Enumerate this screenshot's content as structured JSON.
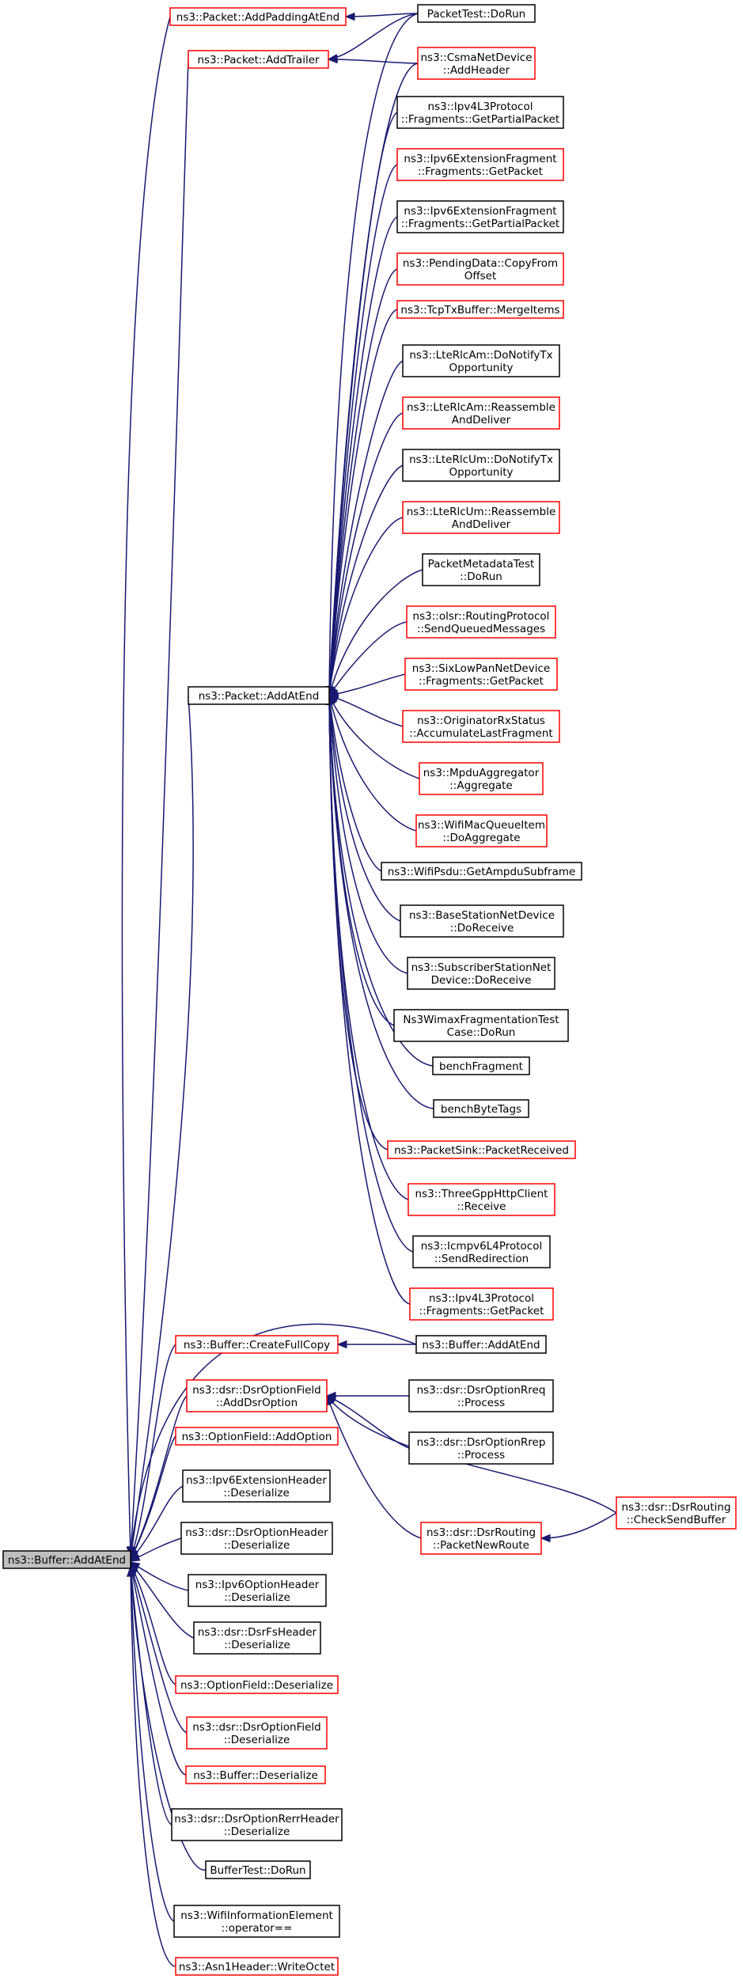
{
  "nodes": [
    {
      "id": "pkt_addpad",
      "lines": [
        "ns3::Packet::AddPaddingAtEnd"
      ],
      "color": "red"
    },
    {
      "id": "packettest",
      "lines": [
        "PacketTest::DoRun"
      ],
      "color": "black"
    },
    {
      "id": "pkt_addtrailer",
      "lines": [
        "ns3::Packet::AddTrailer"
      ],
      "color": "red"
    },
    {
      "id": "csma_addheader",
      "lines": [
        "ns3::CsmaNetDevice",
        "::AddHeader"
      ],
      "color": "red"
    },
    {
      "id": "ipv4frag_partial",
      "lines": [
        "ns3::Ipv4L3Protocol",
        "::Fragments::GetPartialPacket"
      ],
      "color": "black"
    },
    {
      "id": "ipv6extfrag_get",
      "lines": [
        "ns3::Ipv6ExtensionFragment",
        "::Fragments::GetPacket"
      ],
      "color": "red"
    },
    {
      "id": "ipv6extfrag_partial",
      "lines": [
        "ns3::Ipv6ExtensionFragment",
        "::Fragments::GetPartialPacket"
      ],
      "color": "black"
    },
    {
      "id": "pending_copy",
      "lines": [
        "ns3::PendingData::CopyFrom",
        "Offset"
      ],
      "color": "red"
    },
    {
      "id": "tcptx_merge",
      "lines": [
        "ns3::TcpTxBuffer::MergeItems"
      ],
      "color": "red"
    },
    {
      "id": "rlcam_notify",
      "lines": [
        "ns3::LteRlcAm::DoNotifyTx",
        "Opportunity"
      ],
      "color": "black"
    },
    {
      "id": "rlcam_reasm",
      "lines": [
        "ns3::LteRlcAm::Reassemble",
        "AndDeliver"
      ],
      "color": "red"
    },
    {
      "id": "rlcum_notify",
      "lines": [
        "ns3::LteRlcUm::DoNotifyTx",
        "Opportunity"
      ],
      "color": "black"
    },
    {
      "id": "rlcum_reasm",
      "lines": [
        "ns3::LteRlcUm::Reassemble",
        "AndDeliver"
      ],
      "color": "red"
    },
    {
      "id": "pktmeta_test",
      "lines": [
        "PacketMetadataTest",
        "::DoRun"
      ],
      "color": "black"
    },
    {
      "id": "olsr_send",
      "lines": [
        "ns3::olsr::RoutingProtocol",
        "::SendQueuedMessages"
      ],
      "color": "red"
    },
    {
      "id": "pkt_addatend",
      "lines": [
        "ns3::Packet::AddAtEnd"
      ],
      "color": "black"
    },
    {
      "id": "sixlowpan_get",
      "lines": [
        "ns3::SixLowPanNetDevice",
        "::Fragments::GetPacket"
      ],
      "color": "red"
    },
    {
      "id": "originator_acc",
      "lines": [
        "ns3::OriginatorRxStatus",
        "::AccumulateLastFragment"
      ],
      "color": "red"
    },
    {
      "id": "mpdu_agg",
      "lines": [
        "ns3::MpduAggregator",
        "::Aggregate"
      ],
      "color": "red"
    },
    {
      "id": "wifimacq_agg",
      "lines": [
        "ns3::WifiMacQueueItem",
        "::DoAggregate"
      ],
      "color": "red"
    },
    {
      "id": "wifipsdu_get",
      "lines": [
        "ns3::WifiPsdu::GetAmpduSubframe"
      ],
      "color": "black"
    },
    {
      "id": "bsnd_recv",
      "lines": [
        "ns3::BaseStationNetDevice",
        "::DoReceive"
      ],
      "color": "black"
    },
    {
      "id": "ssnd_recv",
      "lines": [
        "ns3::SubscriberStationNet",
        "Device::DoReceive"
      ],
      "color": "black"
    },
    {
      "id": "wimaxfrag_test",
      "lines": [
        "Ns3WimaxFragmentationTest",
        "Case::DoRun"
      ],
      "color": "black"
    },
    {
      "id": "benchfrag",
      "lines": [
        "benchFragment"
      ],
      "color": "black"
    },
    {
      "id": "benchbyte",
      "lines": [
        "benchByteTags"
      ],
      "color": "black"
    },
    {
      "id": "pktsink_recv",
      "lines": [
        "ns3::PacketSink::PacketReceived"
      ],
      "color": "red"
    },
    {
      "id": "threegpp_recv",
      "lines": [
        "ns3::ThreeGppHttpClient",
        "::Receive"
      ],
      "color": "red"
    },
    {
      "id": "icmpv6_redir",
      "lines": [
        "ns3::Icmpv6L4Protocol",
        "::SendRedirection"
      ],
      "color": "black"
    },
    {
      "id": "ipv4frag_get",
      "lines": [
        "ns3::Ipv4L3Protocol",
        "::Fragments::GetPacket"
      ],
      "color": "red"
    },
    {
      "id": "buf_createfull",
      "lines": [
        "ns3::Buffer::CreateFullCopy"
      ],
      "color": "red"
    },
    {
      "id": "buf_addatend2",
      "lines": [
        "ns3::Buffer::AddAtEnd"
      ],
      "color": "black"
    },
    {
      "id": "dsrfield_add",
      "lines": [
        "ns3::dsr::DsrOptionField",
        "::AddDsrOption"
      ],
      "color": "red"
    },
    {
      "id": "dsrrreq_proc",
      "lines": [
        "ns3::dsr::DsrOptionRreq",
        "::Process"
      ],
      "color": "black"
    },
    {
      "id": "optfield_add",
      "lines": [
        "ns3::OptionField::AddOption"
      ],
      "color": "red"
    },
    {
      "id": "dsrrrep_proc",
      "lines": [
        "ns3::dsr::DsrOptionRrep",
        "::Process"
      ],
      "color": "black"
    },
    {
      "id": "ipv6exthdr_deser",
      "lines": [
        "ns3::Ipv6ExtensionHeader",
        "::Deserialize"
      ],
      "color": "black"
    },
    {
      "id": "dsrrouting_check",
      "lines": [
        "ns3::dsr::DsrRouting",
        "::CheckSendBuffer"
      ],
      "color": "red"
    },
    {
      "id": "dsroptheader_deser",
      "lines": [
        "ns3::dsr::DsrOptionHeader",
        "::Deserialize"
      ],
      "color": "black"
    },
    {
      "id": "dsrrouting_newroute",
      "lines": [
        "ns3::dsr::DsrRouting",
        "::PacketNewRoute"
      ],
      "color": "red"
    },
    {
      "id": "buf_addatend_root",
      "lines": [
        "ns3::Buffer::AddAtEnd"
      ],
      "color": "root"
    },
    {
      "id": "ipv6opthdr_deser",
      "lines": [
        "ns3::Ipv6OptionHeader",
        "::Deserialize"
      ],
      "color": "black"
    },
    {
      "id": "dsrfs_deser",
      "lines": [
        "ns3::dsr::DsrFsHeader",
        "::Deserialize"
      ],
      "color": "black"
    },
    {
      "id": "optfield_deser",
      "lines": [
        "ns3::OptionField::Deserialize"
      ],
      "color": "red"
    },
    {
      "id": "dsroptfield_deser",
      "lines": [
        "ns3::dsr::DsrOptionField",
        "::Deserialize"
      ],
      "color": "red"
    },
    {
      "id": "buf_deser",
      "lines": [
        "ns3::Buffer::Deserialize"
      ],
      "color": "red"
    },
    {
      "id": "dsrrerr_deser",
      "lines": [
        "ns3::dsr::DsrOptionRerrHeader",
        "::Deserialize"
      ],
      "color": "black"
    },
    {
      "id": "buftest",
      "lines": [
        "BufferTest::DoRun"
      ],
      "color": "black"
    },
    {
      "id": "wifiinfo_op",
      "lines": [
        "ns3::WifiInformationElement",
        "::operator=="
      ],
      "color": "black"
    },
    {
      "id": "asn1_write",
      "lines": [
        "ns3::Asn1Header::WriteOctet"
      ],
      "color": "red"
    }
  ]
}
